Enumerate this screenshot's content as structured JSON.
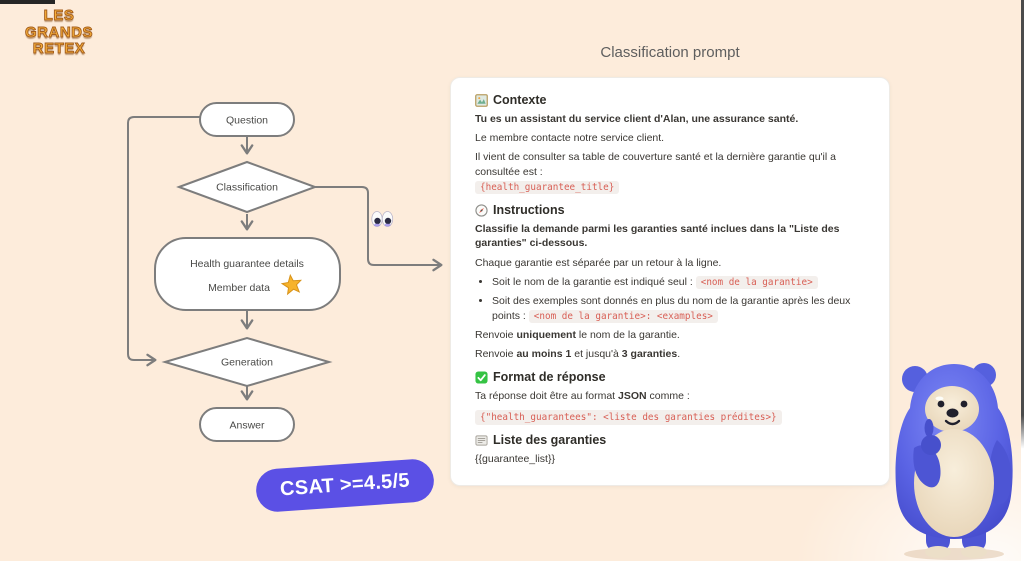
{
  "page": {
    "background_color": "#fdecdb",
    "title": "Classification prompt"
  },
  "logo": {
    "line1": "LES",
    "line2": "GRANDS",
    "line3": "RETEX",
    "color": "#f6ae39"
  },
  "flowchart": {
    "stroke_color": "#7d7d7d",
    "nodes": {
      "question": {
        "label": "Question"
      },
      "classification": {
        "label": "Classification"
      },
      "details": {
        "line1": "Health guarantee details",
        "line2": "Member data",
        "icon": "star-icon"
      },
      "generation": {
        "label": "Generation"
      },
      "answer": {
        "label": "Answer"
      }
    },
    "annotation_icon": "eyes-icon"
  },
  "prompt_card": {
    "code_text_color": "#d85f55",
    "code_bg_color": "#f3efec",
    "contexte": {
      "icon": "framed-picture-icon",
      "heading": "Contexte",
      "p1": "Tu es un assistant du service client d'Alan, une assurance santé.",
      "p2": "Le membre contacte notre service client.",
      "p3": "Il vient de consulter sa table de couverture santé et la dernière garantie qu'il a consultée est :",
      "code1": "{health_guarantee_title}"
    },
    "instructions": {
      "icon": "compass-icon",
      "heading": "Instructions",
      "p1": "Classifie la demande parmi les garanties santé inclues dans la \"Liste des garanties\" ci-dessous.",
      "p2": "Chaque garantie est séparée par un retour à la ligne.",
      "bullets": [
        {
          "text": "Soit le nom de la garantie est indiqué seul : ",
          "code": "<nom de la garantie>"
        },
        {
          "text": "Soit des exemples sont donnés en plus du nom de la garantie après les deux points : ",
          "code": "<nom de la garantie>: <examples>"
        }
      ],
      "p3": {
        "pre": "Renvoie ",
        "bold": "uniquement",
        "post": " le nom de la garantie."
      },
      "p4": {
        "pre": "Renvoie ",
        "bold1": "au moins 1",
        "mid": " et jusqu'à ",
        "bold2": "3 garanties",
        "post": "."
      }
    },
    "format": {
      "icon": "check-mark-icon",
      "heading": "Format de réponse",
      "p1": {
        "pre": "Ta réponse doit être au format ",
        "bold": "JSON",
        "post": " comme :"
      },
      "code": "{\"health_guarantees\": <liste des garanties prédites>}"
    },
    "liste": {
      "icon": "newspaper-icon",
      "heading": "Liste des garanties",
      "p1": "{{guarantee_list}}"
    }
  },
  "badge": {
    "label": "CSAT >=4.5/5",
    "bg_color": "#5b50e5",
    "text_color": "#ffffff"
  },
  "mascot": {
    "name": "alan-blue-bear-mascot",
    "body_color": "#5a63e4",
    "belly_color": "#f1e3cc"
  }
}
